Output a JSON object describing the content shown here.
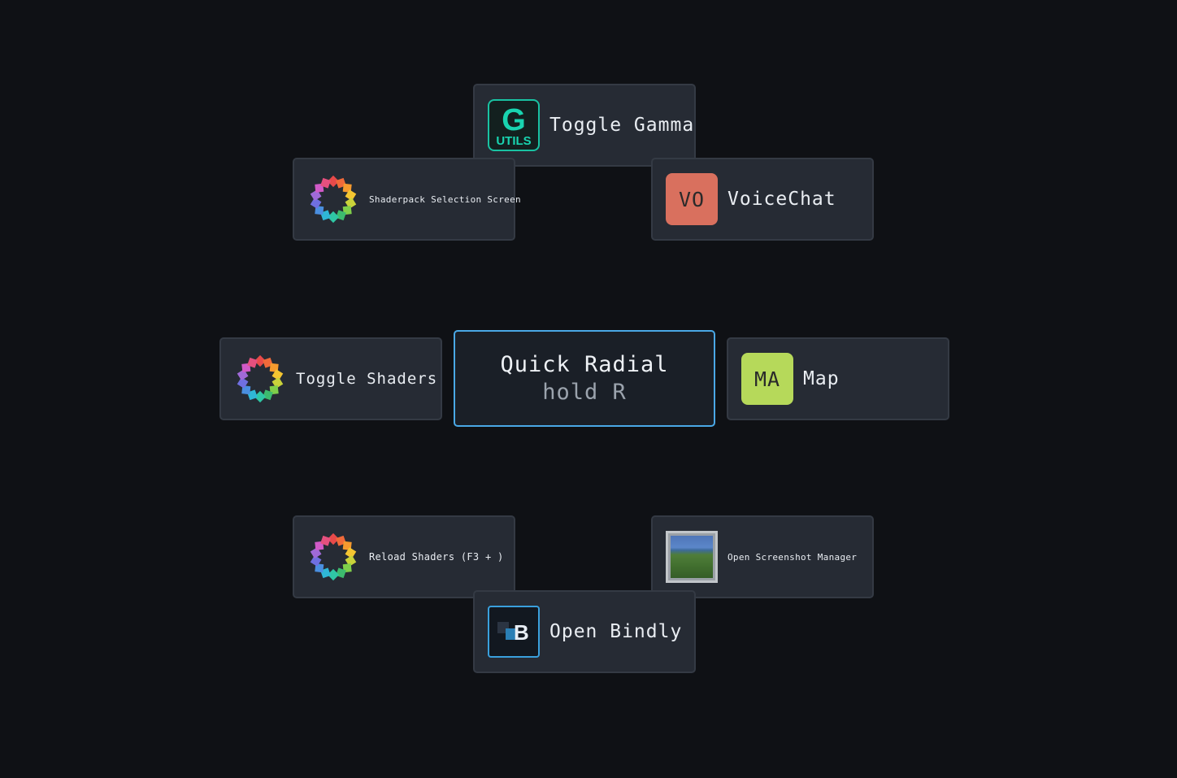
{
  "center": {
    "title": "Quick Radial",
    "hint": "hold R"
  },
  "items": {
    "gamma": {
      "label": "Toggle Gamma",
      "icon": "gutils-icon",
      "icon_text_main": "G",
      "icon_text_sub": "UTILS",
      "accent": "#19c2a2"
    },
    "shaderpack": {
      "label": "Shaderpack Selection Screen",
      "icon": "shader-flower-icon"
    },
    "voice": {
      "label": "VoiceChat",
      "icon_text": "VO",
      "icon_color": "#d9705e"
    },
    "toggle_shaders": {
      "label": "Toggle Shaders",
      "icon": "shader-flower-icon"
    },
    "map": {
      "label": "Map",
      "icon_text": "MA",
      "icon_color": "#b6d95a"
    },
    "reload": {
      "label": "Reload Shaders (F3 + )",
      "icon": "shader-flower-icon"
    },
    "screenshots": {
      "label": "Open Screenshot Manager",
      "icon": "screenshot-icon"
    },
    "bindly": {
      "label": "Open Bindly",
      "icon": "bindly-icon",
      "icon_text": "B"
    }
  },
  "colors": {
    "background": "#0f1115",
    "tile": "#262b34",
    "center_border": "#4aa8e6"
  }
}
